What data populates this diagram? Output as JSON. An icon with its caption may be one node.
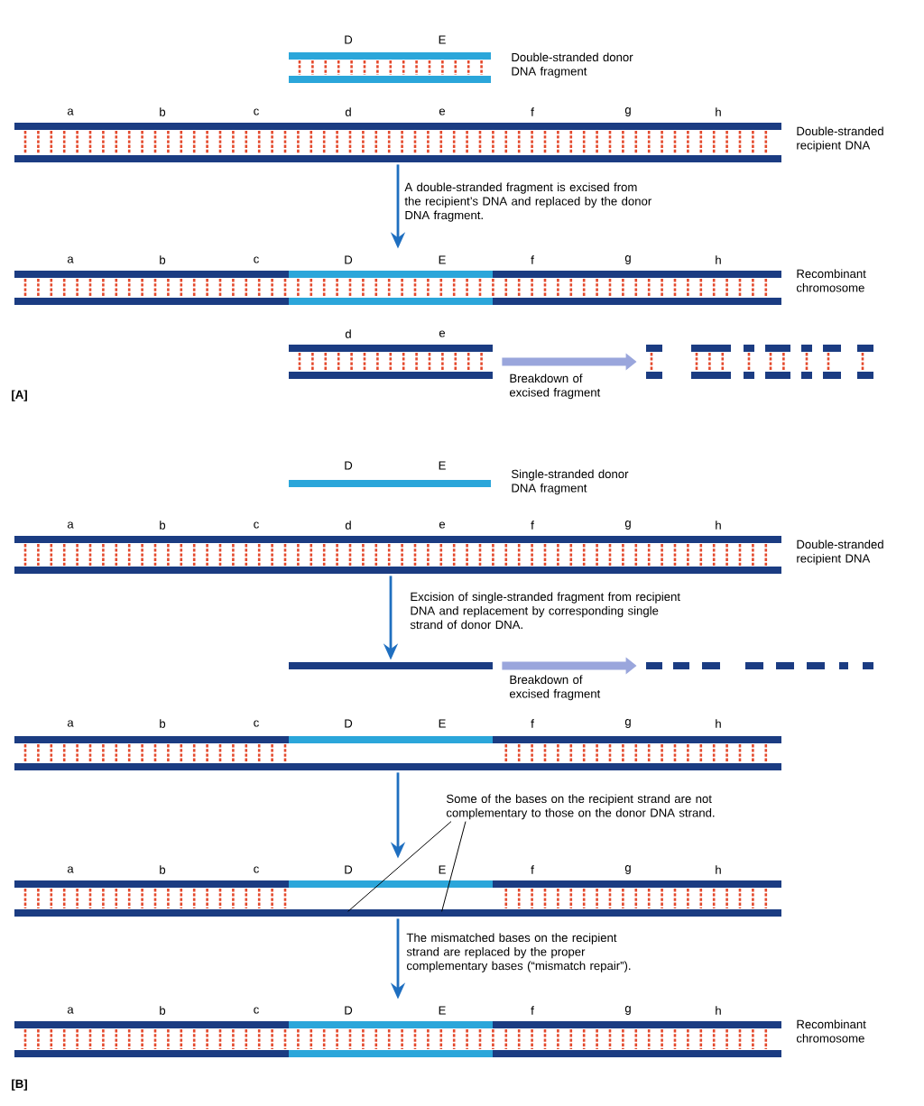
{
  "diagram": {
    "nodes": [
      {
        "text": [
          "D",
          "E"
        ],
        "beside": [
          "Double-stranded donor DNA fragment"
        ]
      },
      {
        "text": [
          "a",
          "b",
          "c",
          "d",
          "e",
          "f",
          "g",
          "h"
        ],
        "beside": [
          "Double-stranded recipient DNA"
        ]
      },
      {
        "text": [
          "a",
          "b",
          "c",
          "D",
          "E",
          "f",
          "g",
          "h"
        ],
        "beside": [
          "Recombinant chromosome"
        ]
      },
      {
        "text": [
          "d",
          "e"
        ]
      },
      {
        "text": [],
        "shape": "bar"
      },
      {
        "text": [
          "D",
          "E"
        ],
        "beside": [
          "Single-stranded donor DNA fragment"
        ]
      },
      {
        "text": [
          "a",
          "b",
          "c",
          "d",
          "e",
          "f",
          "g",
          "h"
        ],
        "beside": [
          "Double-stranded recipient DNA"
        ]
      },
      {
        "text": [],
        "shape": "bar"
      },
      {
        "text": [],
        "shape": "bar"
      },
      {
        "text": [
          "a",
          "b",
          "c",
          "D",
          "E",
          "f",
          "g",
          "h"
        ]
      },
      {
        "text": [
          "a",
          "b",
          "c",
          "D",
          "E",
          "f",
          "g",
          "h"
        ]
      },
      {
        "text": [
          "a",
          "b",
          "c",
          "D",
          "E",
          "f",
          "g",
          "h"
        ],
        "beside": [
          "Recombinant chromosome"
        ]
      },
      {
        "text": [
          "Some of the bases on the recipient strand are not complementary to those on the donor DNA strand."
        ]
      }
    ],
    "edges": [
      {
        "from": 1,
        "to": 2,
        "arrow": "to",
        "label": "A double-stranded fragment is excised from the recipient’s DNA and replaced by the donor DNA fragment."
      },
      {
        "from": 3,
        "to": 4,
        "arrow": "to",
        "label": "Breakdown of excised fragment",
        "style": "thick",
        "color": "#9aa6dc"
      },
      {
        "from": 6,
        "to": 7,
        "arrow": "to",
        "label": "Excision of single-stranded fragment from recipient DNA and replacement by corresponding single strand of donor DNA."
      },
      {
        "from": 7,
        "to": 8,
        "arrow": "to",
        "label": "Breakdown of excised fragment",
        "style": "thick",
        "color": "#9aa6dc"
      },
      {
        "from": 9,
        "to": 10,
        "arrow": "to"
      },
      {
        "from": 10,
        "to": 11,
        "arrow": "to",
        "label": "The mismatched bases on the recipient strand are replaced by the proper complementary bases (“mismatch repair”)."
      },
      {
        "from": 12,
        "to": 10,
        "arrow": "none",
        "color": "#000000"
      },
      {
        "from": 12,
        "to": 10,
        "arrow": "none",
        "color": "#000000"
      }
    ],
    "labels": [
      "[A]",
      "[B]"
    ]
  }
}
